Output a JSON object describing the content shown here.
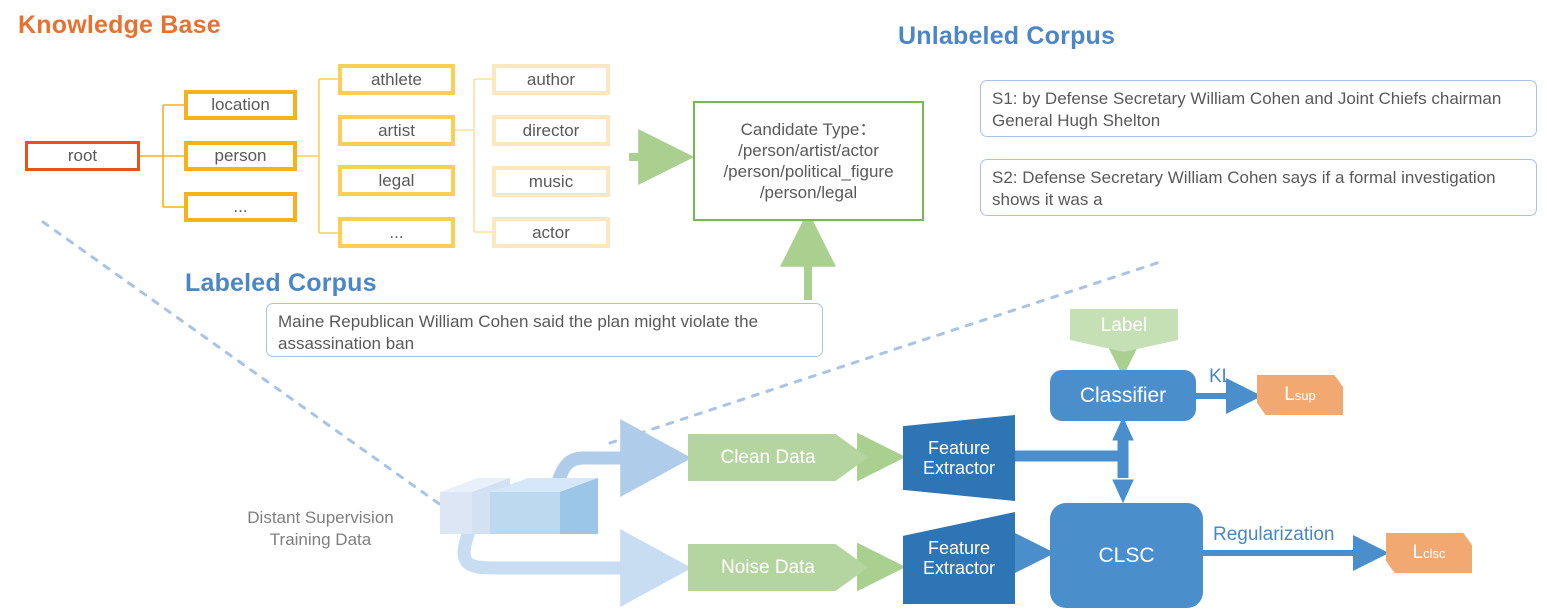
{
  "headings": {
    "knowledge_base": "Knowledge Base",
    "unlabeled_corpus": "Unlabeled Corpus",
    "labeled_corpus": "Labeled Corpus"
  },
  "knowledge_base": {
    "root": "root",
    "level1": [
      "location",
      "person",
      "..."
    ],
    "level2": [
      "athlete",
      "artist",
      "legal",
      "..."
    ],
    "level3": [
      "author",
      "director",
      "music",
      "actor"
    ]
  },
  "candidate_type": {
    "title": "Candidate Type：",
    "types": [
      "/person/artist/actor",
      "/person/political_figure",
      "/person/legal"
    ]
  },
  "unlabeled_corpus": {
    "sentences": [
      "S1:  by Defense Secretary William Cohen and Joint Chiefs chairman General Hugh Shelton",
      "S2:  Defense Secretary William Cohen says if a formal investigation shows it was a"
    ]
  },
  "labeled_corpus": {
    "sentence": "Maine Republican William Cohen said the plan might violate the assassination ban"
  },
  "model": {
    "training_data_label": "Distant Supervision\nTraining Data",
    "clean_data": "Clean Data",
    "noise_data": "Noise Data",
    "feature_extractor_top": "Feature Extractor",
    "feature_extractor_bottom": "Feature Extractor",
    "label_node": "Label",
    "classifier": "Classifier",
    "clsc": "CLSC",
    "kl_label": "KL",
    "regularization_label": "Regularization",
    "loss_sup": "L",
    "loss_sup_sub": "sup",
    "loss_clsc": "L",
    "loss_clsc_sub": "clsc"
  },
  "colors": {
    "kb_heading": "#E8712F",
    "corpus_heading": "#4A86C8",
    "root_border": "#E8531B",
    "level1_border": "#F6B319",
    "level2_border": "#FBCF55",
    "level3_border": "#FCE8C0",
    "candidate_border": "#76B953",
    "green_arrow": "#A9D08E",
    "blue_node": "#4A8FCB",
    "loss_tag": "#F2A871",
    "chevron_green": "#B5D5A0",
    "extractor_blue": "#2E75B6",
    "dashed_blue": "#A8C4E5"
  }
}
